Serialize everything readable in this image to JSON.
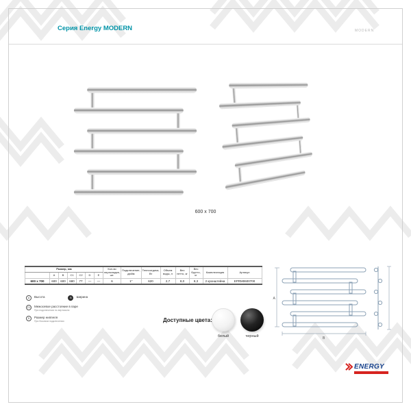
{
  "header": {
    "title": "Серия Energy MODERN",
    "corner_label": "MODERN"
  },
  "product": {
    "size_label": "600 x 700"
  },
  "spec_table": {
    "group_header": "Размер, мм",
    "dim_cols": [
      "A",
      "B",
      "C1",
      "C2",
      "D",
      "E"
    ],
    "other_cols": [
      "Кол-во перекладин, шт.",
      "Подключение, дюйм",
      "Теплоотдача, Вт",
      "Объем воды, л",
      "Вес нетто, кг",
      "Вес брутто, кг",
      "Комплектация",
      "Артикул"
    ],
    "row": {
      "size": "600 x 700",
      "dims": [
        "600",
        "600",
        "680",
        "77",
        "—",
        "—"
      ],
      "values": [
        "6",
        "1\"",
        "620",
        "2,7",
        "8,0",
        "8,3",
        "2 кронштейна",
        "EPRM0600700"
      ]
    }
  },
  "legend": {
    "items": [
      {
        "badge": "A",
        "text": "Высота",
        "sub": ""
      },
      {
        "badge": "B",
        "text": "Ширина",
        "sub": ""
      },
      {
        "badge": "C1",
        "text": "Межосевое расстояние в паре",
        "sub": "При подключении по вертикали"
      },
      {
        "badge": "D",
        "text": "Размер ниппеля",
        "sub": "При боковом подключении"
      }
    ]
  },
  "colors": {
    "title": "Доступные цвета:",
    "options": [
      {
        "name": "белый",
        "hex": "#f4f4f4"
      },
      {
        "name": "черный",
        "hex": "#141414"
      }
    ]
  },
  "drawing": {
    "dim_a": "A",
    "dim_b": "B"
  },
  "logo": {
    "brand": "ENERGY"
  },
  "theme": {
    "accent_teal": "#0093a7",
    "logo_blue": "#16418c",
    "logo_red": "#d6231f",
    "watermark_gray": "#ececec"
  }
}
